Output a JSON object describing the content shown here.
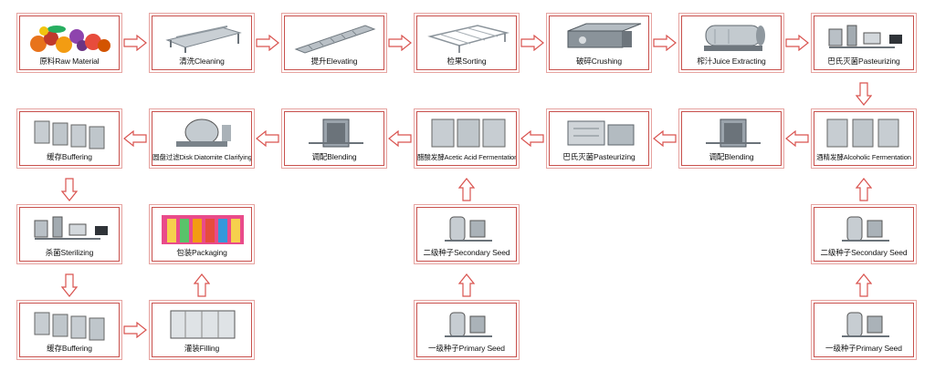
{
  "nodes": [
    {
      "id": "raw-material",
      "label": "原料Raw Material",
      "pic": "fruit"
    },
    {
      "id": "cleaning",
      "label": "清洗Cleaning",
      "pic": "washer"
    },
    {
      "id": "elevating",
      "label": "提升Elevating",
      "pic": "elevator"
    },
    {
      "id": "sorting",
      "label": "检果Sorting",
      "pic": "sorter"
    },
    {
      "id": "crushing",
      "label": "破碎Crushing",
      "pic": "crusher"
    },
    {
      "id": "juice-extracting",
      "label": "榨汁Juice Extracting",
      "pic": "extractor"
    },
    {
      "id": "pasteurizing-1",
      "label": "巴氏灭菌Pasteurizing",
      "pic": "skid"
    },
    {
      "id": "alcoholic-fermentation",
      "label": "酒精发酵Alcoholic Fermentation",
      "pic": "tanks"
    },
    {
      "id": "blending-1",
      "label": "调配Blending",
      "pic": "blender"
    },
    {
      "id": "pasteurizing-2",
      "label": "巴氏灭菌Pasteurizing",
      "pic": "skid2"
    },
    {
      "id": "acetic-fermentation",
      "label": "醋酸发酵Acetic Acid Fermentation",
      "pic": "tanks"
    },
    {
      "id": "blending-2",
      "label": "调配Blending",
      "pic": "blender"
    },
    {
      "id": "disk-diatomite",
      "label": "圆盘过滤Disk Diatomite Clarifying",
      "pic": "filter"
    },
    {
      "id": "buffering-1",
      "label": "缓存Buffering",
      "pic": "silos"
    },
    {
      "id": "sterilizing",
      "label": "杀菌Sterilizing",
      "pic": "skid"
    },
    {
      "id": "buffering-2",
      "label": "缓存Buffering",
      "pic": "silos"
    },
    {
      "id": "filling",
      "label": "灌装Filling",
      "pic": "filler"
    },
    {
      "id": "packaging",
      "label": "包装Packaging",
      "pic": "bottles"
    },
    {
      "id": "secondary-seed-1",
      "label": "二级种子Secondary Seed",
      "pic": "reactor"
    },
    {
      "id": "primary-seed-1",
      "label": "一级种子Primary Seed",
      "pic": "reactor"
    },
    {
      "id": "secondary-seed-2",
      "label": "二级种子Secondary Seed",
      "pic": "reactor"
    },
    {
      "id": "primary-seed-2",
      "label": "一级种子Primary Seed",
      "pic": "reactor"
    }
  ],
  "colors": {
    "border": "#c8504c",
    "arrow": "#d9534f",
    "metal": "#9aa3ab",
    "dark": "#4a5058"
  }
}
